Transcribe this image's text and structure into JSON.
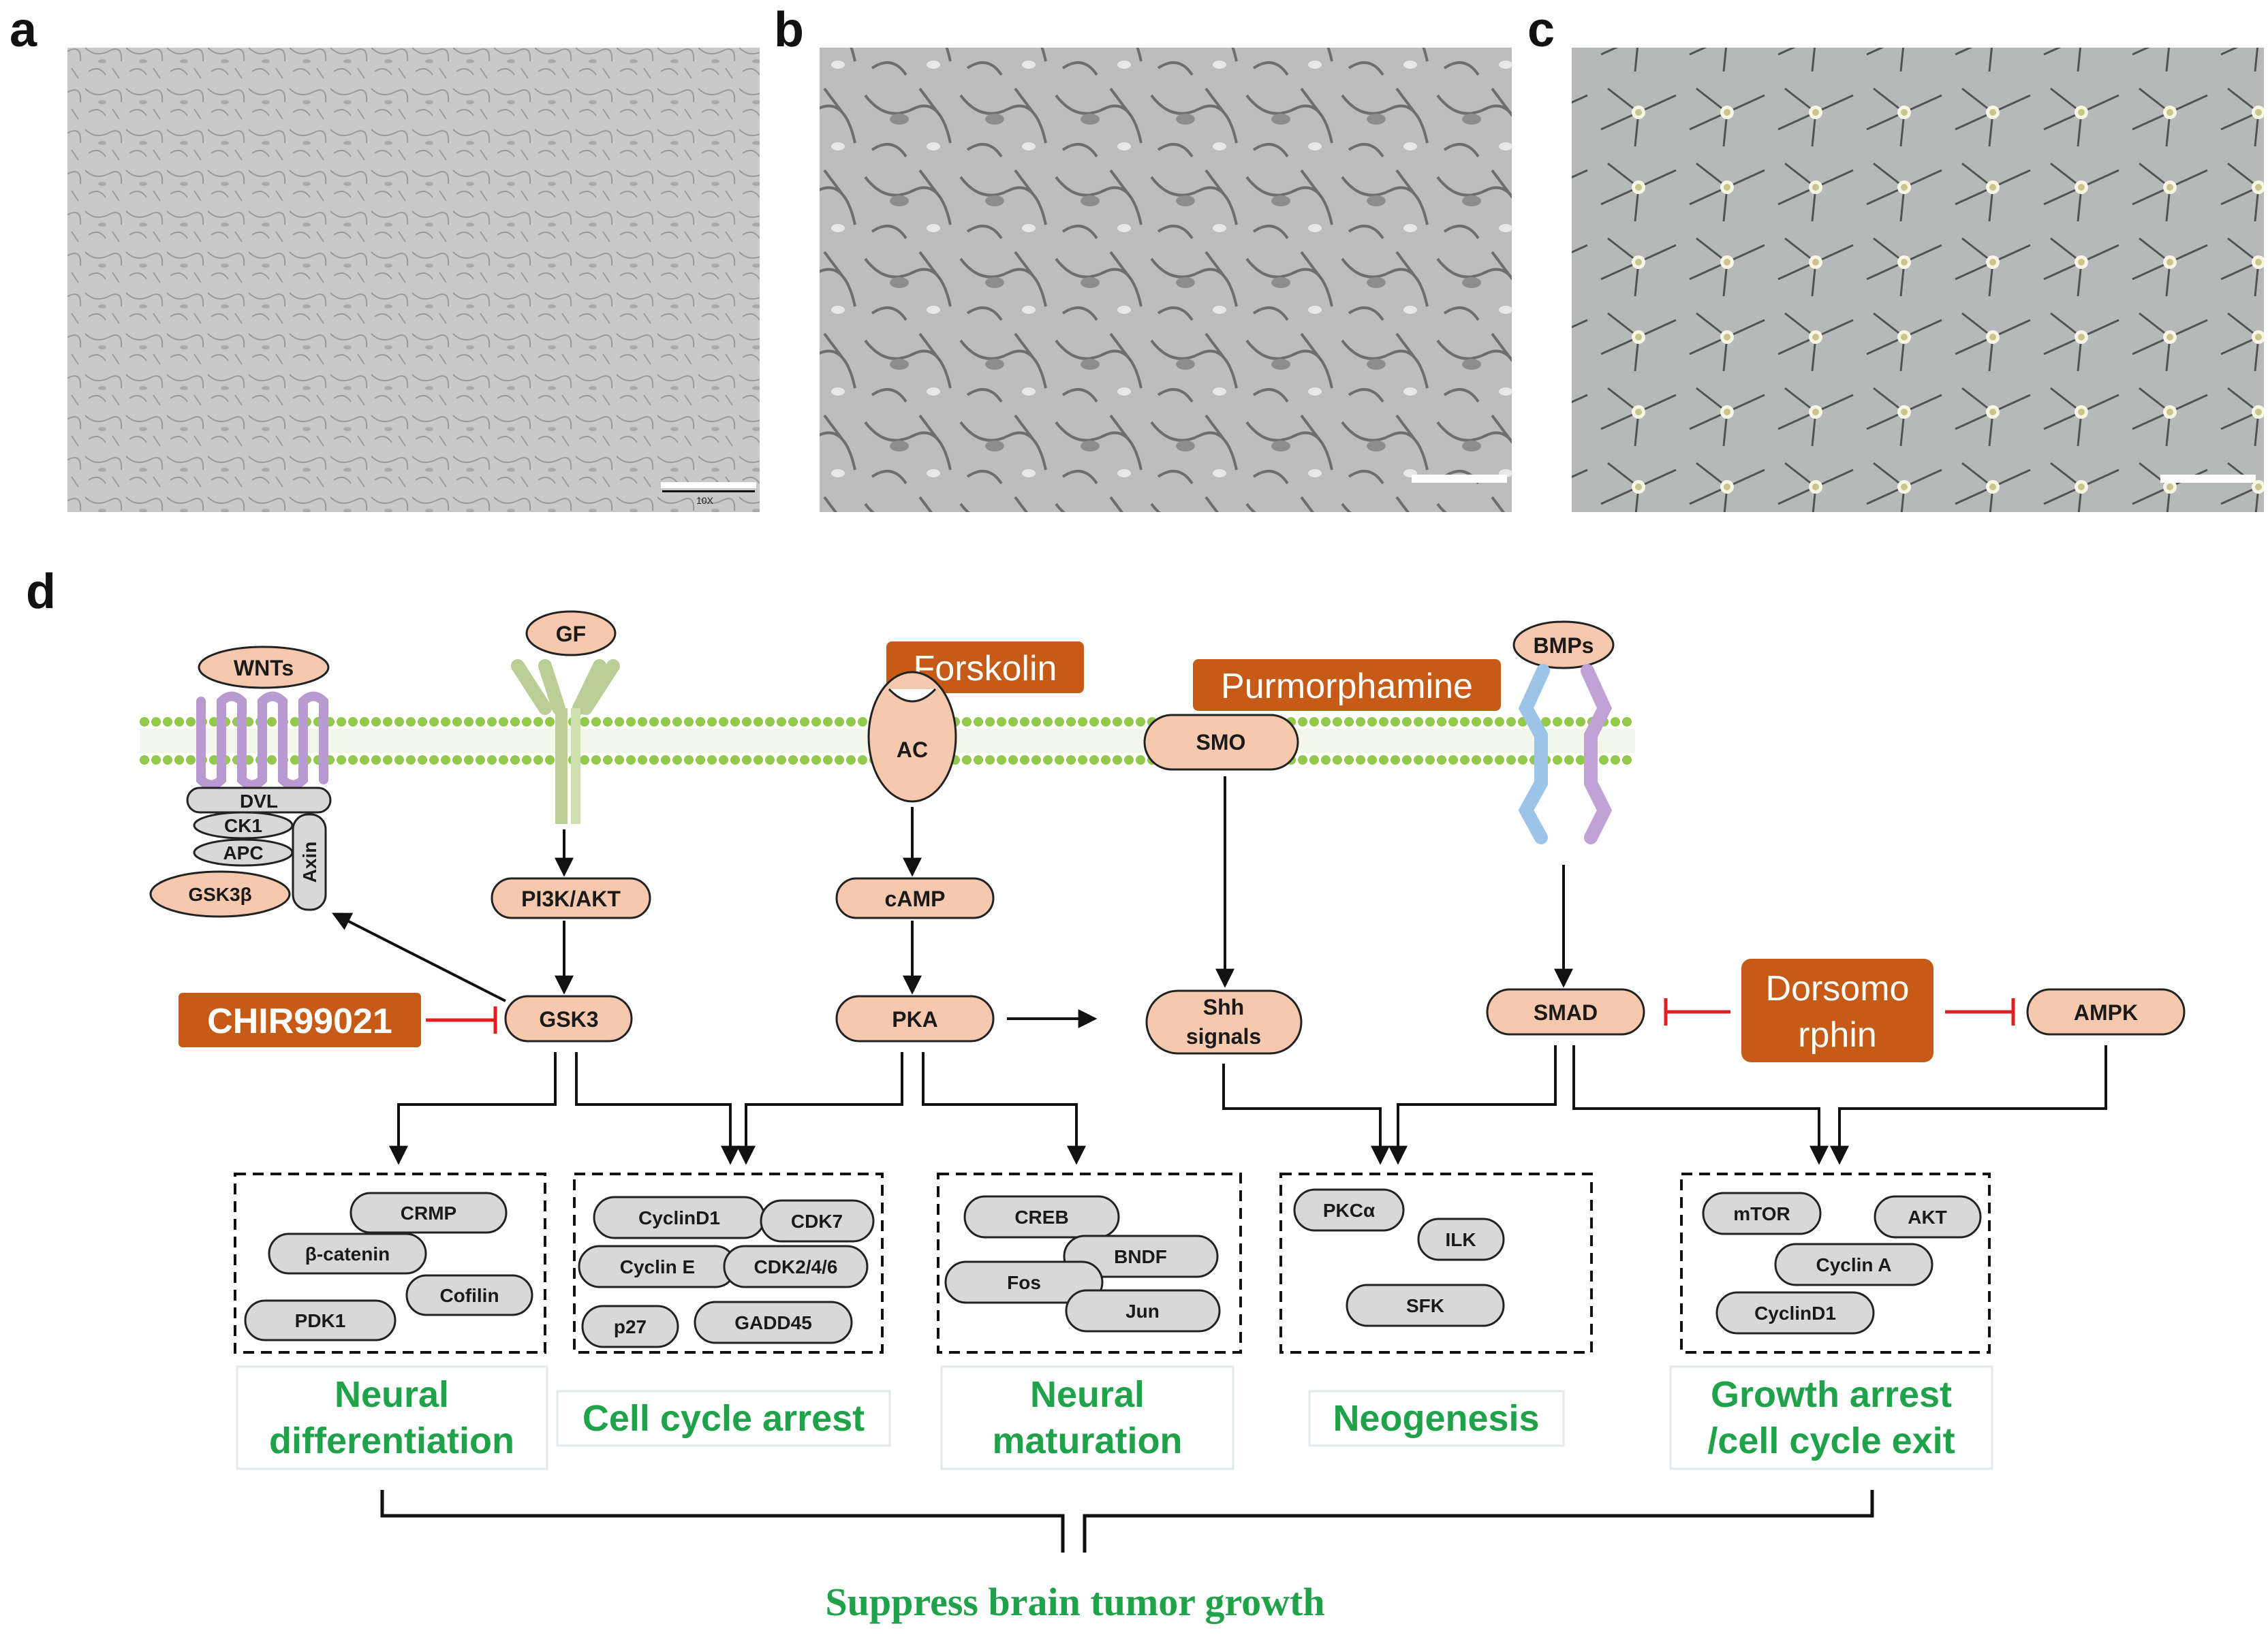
{
  "panels": {
    "a": "a",
    "b": "b",
    "c": "c",
    "d": "d"
  },
  "micrographs": {
    "a_scale_mag": "10X",
    "colors": {
      "a_bg": "#c8c8c8",
      "b_bg": "#bdbdbd",
      "c_bg": "#b7b9b8"
    }
  },
  "ligands": {
    "wnts": "WNTs",
    "gf": "GF",
    "bmps": "BMPs"
  },
  "drugs": {
    "forskolin": "Forskolin",
    "purmorphamine": "Purmorphamine",
    "chir": "CHIR99021",
    "dorsomorphin_line1": "Dorsomo",
    "dorsomorphin_line2": "rphin"
  },
  "complex": {
    "dvl": "DVL",
    "ck1": "CK1",
    "apc": "APC",
    "gsk3b": "GSK3β",
    "axin": "Axin"
  },
  "nodes": {
    "ac": "AC",
    "smo": "SMO",
    "pi3k": "PI3K/AKT",
    "camp": "cAMP",
    "gsk3": "GSK3",
    "pka": "PKA",
    "shh_line1": "Shh",
    "shh_line2": "signals",
    "smad": "SMAD",
    "ampk": "AMPK"
  },
  "boxes": {
    "box1": [
      "CRMP",
      "β-catenin",
      "Cofilin",
      "PDK1"
    ],
    "box2": [
      "CyclinD1",
      "CDK7",
      "Cyclin E",
      "CDK2/4/6",
      "p27",
      "GADD45"
    ],
    "box3": [
      "CREB",
      "BNDF",
      "Fos",
      "Jun"
    ],
    "box4": [
      "PKCα",
      "ILK",
      "SFK"
    ],
    "box5": [
      "mTOR",
      "AKT",
      "Cyclin A",
      "CyclinD1"
    ]
  },
  "outcomes": {
    "neural_diff_line1": "Neural",
    "neural_diff_line2": "differentiation",
    "cell_cycle": "Cell cycle arrest",
    "neural_mat_line1": "Neural",
    "neural_mat_line2": "maturation",
    "neogenesis": "Neogenesis",
    "growth_line1": "Growth arrest",
    "growth_line2": "/cell cycle exit"
  },
  "final": "Suppress brain tumor growth",
  "colors": {
    "pill_fill": "#f6c8ad",
    "drug_fill": "#c65b18",
    "protein_fill": "#d8d8d8",
    "outcome_green": "#1fa24a",
    "inhibit_red": "#e02020",
    "membrane_green": "#92c94b",
    "receptor_purple": "#b89ad0"
  }
}
